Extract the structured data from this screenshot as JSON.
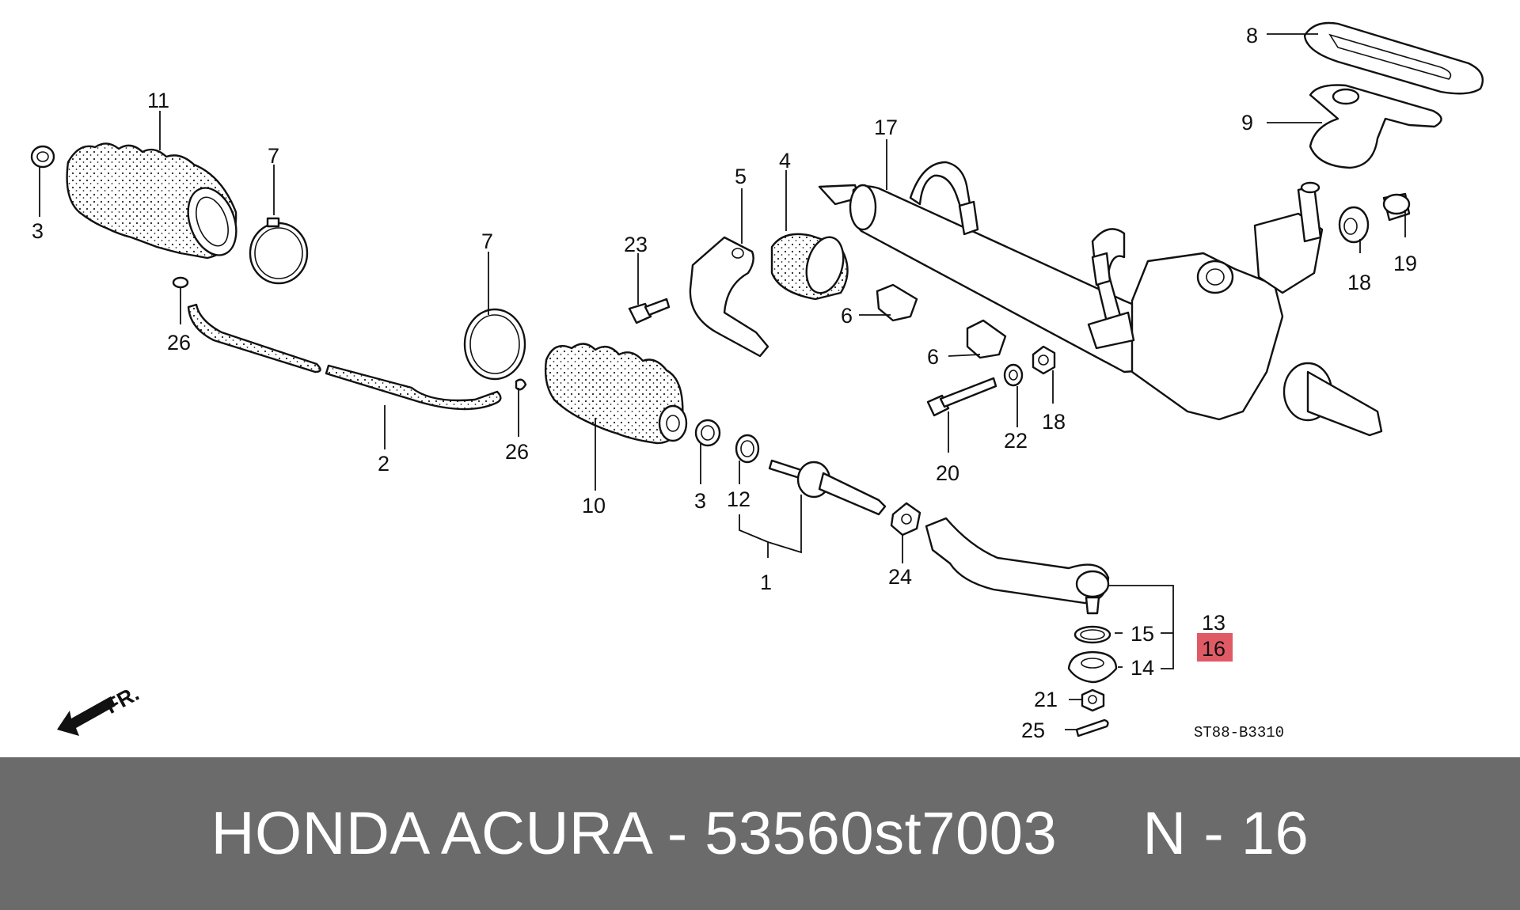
{
  "diagram": {
    "labels": {
      "p1": "1",
      "p2": "2",
      "p3a": "3",
      "p3b": "3",
      "p4": "4",
      "p5": "5",
      "p6a": "6",
      "p6b": "6",
      "p7a": "7",
      "p7b": "7",
      "p8": "8",
      "p9": "9",
      "p10": "10",
      "p11": "11",
      "p12": "12",
      "p13": "13",
      "p14": "14",
      "p15": "15",
      "p16": "16",
      "p17": "17",
      "p18a": "18",
      "p18b": "18",
      "p19": "19",
      "p20": "20",
      "p21": "21",
      "p22": "22",
      "p23": "23",
      "p24": "24",
      "p25": "25",
      "p26a": "26",
      "p26b": "26"
    },
    "highlight_color": "#e05a66",
    "direction_label": "FR.",
    "drawing_code": "ST88-B3310"
  },
  "caption": {
    "left": "HONDA ACURA - 53560st7003",
    "right": "N - 16"
  }
}
